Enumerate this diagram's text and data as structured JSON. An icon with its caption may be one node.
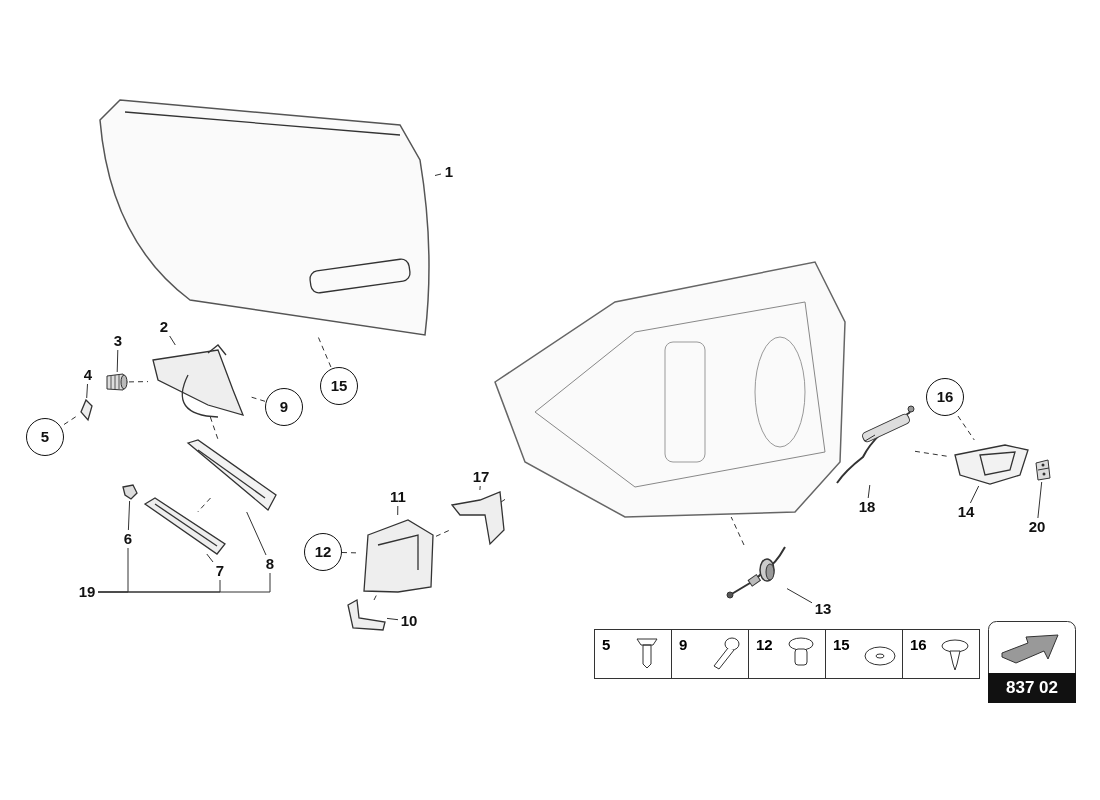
{
  "diagram": {
    "nodes": [
      {
        "text": [
          "1"
        ]
      },
      {
        "text": [],
        "shape": "picture"
      },
      {
        "text": [
          "2"
        ]
      },
      {
        "text": [],
        "shape": "picture"
      },
      {
        "text": [
          "3"
        ]
      },
      {
        "text": [],
        "shape": "picture"
      },
      {
        "text": [
          "4"
        ]
      },
      {
        "text": [],
        "shape": "picture"
      },
      {
        "text": [
          "5"
        ]
      },
      {
        "text": [
          "9"
        ]
      },
      {
        "text": [
          "15"
        ]
      },
      {
        "text": [
          "6"
        ]
      },
      {
        "text": [],
        "shape": "picture"
      },
      {
        "text": [
          "7"
        ]
      },
      {
        "text": [],
        "shape": "picture"
      },
      {
        "text": [
          "8"
        ]
      },
      {
        "text": [],
        "shape": "picture"
      },
      {
        "text": [
          "19"
        ]
      },
      {
        "text": [
          "11"
        ]
      },
      {
        "text": [],
        "shape": "picture"
      },
      {
        "text": [
          "12"
        ]
      },
      {
        "text": [
          "10"
        ]
      },
      {
        "text": [],
        "shape": "picture"
      },
      {
        "text": [
          "17"
        ]
      },
      {
        "text": [],
        "shape": "picture"
      },
      {
        "text": [],
        "shape": "picture"
      },
      {
        "text": [
          "16"
        ]
      },
      {
        "text": [
          "18"
        ]
      },
      {
        "text": [],
        "shape": "picture"
      },
      {
        "text": [
          "13"
        ]
      },
      {
        "text": [],
        "shape": "picture"
      },
      {
        "text": [
          "14"
        ]
      },
      {
        "text": [],
        "shape": "picture"
      },
      {
        "text": [
          "20"
        ]
      },
      {
        "text": [],
        "shape": "picture"
      }
    ],
    "edges": [
      {
        "from": 0,
        "to": 1,
        "arrow": "none"
      },
      {
        "from": 2,
        "to": 3,
        "arrow": "none"
      },
      {
        "from": 4,
        "to": 5,
        "arrow": "none"
      },
      {
        "from": 6,
        "to": 7,
        "arrow": "none"
      },
      {
        "from": 8,
        "to": 7,
        "arrow": "none",
        "style": "dashed"
      },
      {
        "from": 9,
        "to": 3,
        "arrow": "none",
        "style": "dashed"
      },
      {
        "from": 10,
        "to": 1,
        "arrow": "none",
        "style": "dashed"
      },
      {
        "from": 11,
        "to": 12,
        "arrow": "none"
      },
      {
        "from": 13,
        "to": 14,
        "arrow": "none"
      },
      {
        "from": 15,
        "to": 16,
        "arrow": "none"
      },
      {
        "from": 17,
        "to": 11,
        "arrow": "none"
      },
      {
        "from": 17,
        "to": 13,
        "arrow": "none"
      },
      {
        "from": 17,
        "to": 15,
        "arrow": "none"
      },
      {
        "from": 18,
        "to": 19,
        "arrow": "none"
      },
      {
        "from": 20,
        "to": 19,
        "arrow": "none",
        "style": "dashed"
      },
      {
        "from": 21,
        "to": 22,
        "arrow": "none"
      },
      {
        "from": 23,
        "to": 24,
        "arrow": "none"
      },
      {
        "from": 26,
        "to": 32,
        "arrow": "none",
        "style": "dashed"
      },
      {
        "from": 27,
        "to": 28,
        "arrow": "none"
      },
      {
        "from": 29,
        "to": 30,
        "arrow": "none"
      },
      {
        "from": 31,
        "to": 32,
        "arrow": "none"
      },
      {
        "from": 33,
        "to": 34,
        "arrow": "none"
      },
      {
        "from": 5,
        "to": 3,
        "arrow": "none",
        "style": "dashed"
      },
      {
        "from": 3,
        "to": 16,
        "arrow": "none",
        "style": "dashed"
      },
      {
        "from": 14,
        "to": 16,
        "arrow": "none",
        "style": "dashed"
      },
      {
        "from": 22,
        "to": 19,
        "arrow": "none",
        "style": "dashed"
      },
      {
        "from": 19,
        "to": 24,
        "arrow": "none",
        "style": "dashed"
      },
      {
        "from": 24,
        "to": 25,
        "arrow": "none",
        "style": "dashed"
      },
      {
        "from": 30,
        "to": 25,
        "arrow": "none",
        "style": "dashed"
      },
      {
        "from": 28,
        "to": 32,
        "arrow": "none",
        "style": "dashed"
      }
    ],
    "labels": [
      "5",
      "9",
      "12",
      "15",
      "16",
      "837 02"
    ]
  }
}
